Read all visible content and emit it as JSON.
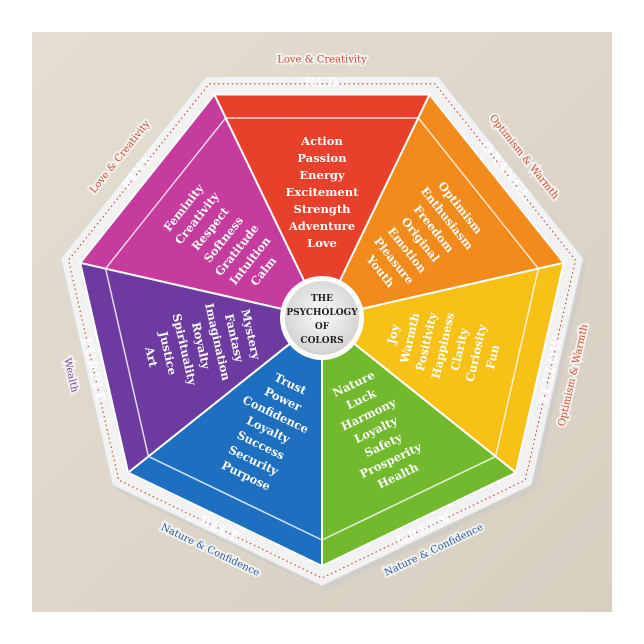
{
  "center": {
    "lines": [
      "THE",
      "PSYCHOLOGY",
      "OF",
      "COLORS"
    ]
  },
  "segments": [
    {
      "key": "red",
      "title": "RED",
      "color": "#e8402a",
      "words": [
        "Action",
        "Passion",
        "Energy",
        "Excitement",
        "Strength",
        "Adventure",
        "Love"
      ]
    },
    {
      "key": "orange",
      "title": "ORANGE",
      "color": "#f38a1c",
      "words": [
        "Optimism",
        "Enthusiasm",
        "Freedom",
        "Original",
        "Emotion",
        "Pleasure",
        "Youth"
      ]
    },
    {
      "key": "yellow",
      "title": "YELLOW",
      "color": "#f8c118",
      "words": [
        "Joy",
        "Warmth",
        "Positivity",
        "Happiness",
        "Clarity",
        "Curiosity",
        "Fun"
      ]
    },
    {
      "key": "green",
      "title": "GREEN",
      "color": "#72b92e",
      "words": [
        "Nature",
        "Luck",
        "Harmony",
        "Loyalty",
        "Safety",
        "Prosperity",
        "Health"
      ]
    },
    {
      "key": "blue",
      "title": "BLUE",
      "color": "#1f6fc0",
      "words": [
        "Trust",
        "Power",
        "Confidence",
        "Loyalty",
        "Success",
        "Security",
        "Purpose"
      ]
    },
    {
      "key": "purple",
      "title": "PURPLE",
      "color": "#6d3aa0",
      "words": [
        "Mystery",
        "Fantasy",
        "Imagination",
        "Royalty",
        "Spirituality",
        "Justice",
        "Art"
      ]
    },
    {
      "key": "pink",
      "title": "PINK",
      "color": "#c53b9e",
      "words": [
        "Feminity",
        "Creativity",
        "Respect",
        "Softness",
        "Gratitude",
        "Intuition",
        "Calm"
      ]
    }
  ],
  "outer_labels": [
    {
      "text": "Love & Creativity",
      "color": "#d1502a"
    },
    {
      "text": "Optimism & Warmth",
      "color": "#d1502a"
    },
    {
      "text": "Optimism & Warmth",
      "color": "#d1502a"
    },
    {
      "text": "Nature & Confidence",
      "color": "#2d5c9c"
    },
    {
      "text": "Nature & Confidence",
      "color": "#2d5c9c"
    },
    {
      "text": "Wealth",
      "color": "#7a4aa0"
    },
    {
      "text": "Love & Creativity",
      "color": "#d1502a"
    }
  ],
  "colors": {
    "background": "#ddd6c8",
    "frame": "#f2f2f2",
    "frame_shadow": "#c9c9c9",
    "center_fill": "#e9e9e9",
    "center_ring": "#ffffff"
  }
}
